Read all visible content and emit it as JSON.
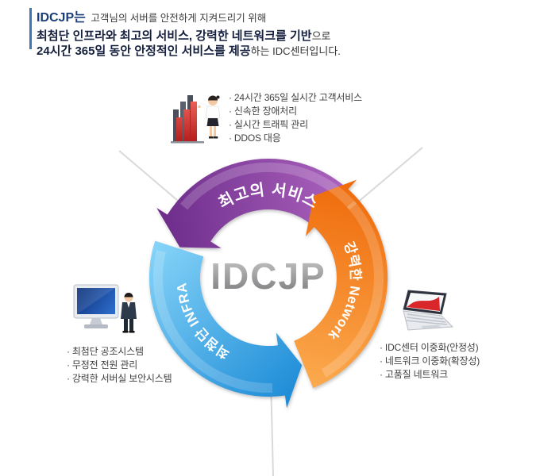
{
  "header": {
    "line1_strong": "IDCJP는",
    "line1_rest": " 고객님의 서버를 안전하게 지켜드리기 위해",
    "line2_strong": "최첨단 인프라와 최고의 서비스, 강력한 네트워크를 기반",
    "line2_rest": "으로",
    "line3_strong": "24시간 365일 동안 안정적인 서비스를 제공",
    "line3_rest": "하는 IDC센터입니다."
  },
  "diagram": {
    "center_label": "IDCJP",
    "segments": [
      {
        "id": "best-service",
        "label": "최고의 서비스",
        "color_from": "#b168c2",
        "color_to": "#6c2b8a"
      },
      {
        "id": "powerful-network",
        "label": "강력한 Network",
        "color_from": "#fbaa4e",
        "color_to": "#ef6a0a"
      },
      {
        "id": "advanced-infra",
        "label": "최첨단 INFRA",
        "color_from": "#86d4f8",
        "color_to": "#1b8ad6"
      }
    ]
  },
  "features": {
    "service": {
      "items": [
        "· 24시간 365일 실시간 고객서비스",
        "· 신속한 장애처리",
        "· 실시간 트래픽 관리",
        "· DDOS 대응"
      ]
    },
    "infra": {
      "items": [
        "· 최첨단 공조시스템",
        "· 무정전 전원 관리",
        "· 강력한 서버실 보안시스템"
      ]
    },
    "network": {
      "items": [
        "· IDC센터 이중화(안정성)",
        "· 네트워크 이중화(확장성)",
        "· 고품질 네트워크"
      ]
    }
  },
  "colors": {
    "accent_bar": "#3f74b5",
    "brand_text": "#1b3e7a",
    "heading_text": "#15203f",
    "body_text": "#3f3f3f",
    "spoke_line": "#d9d9d9",
    "center_label_gray": "#949496"
  }
}
